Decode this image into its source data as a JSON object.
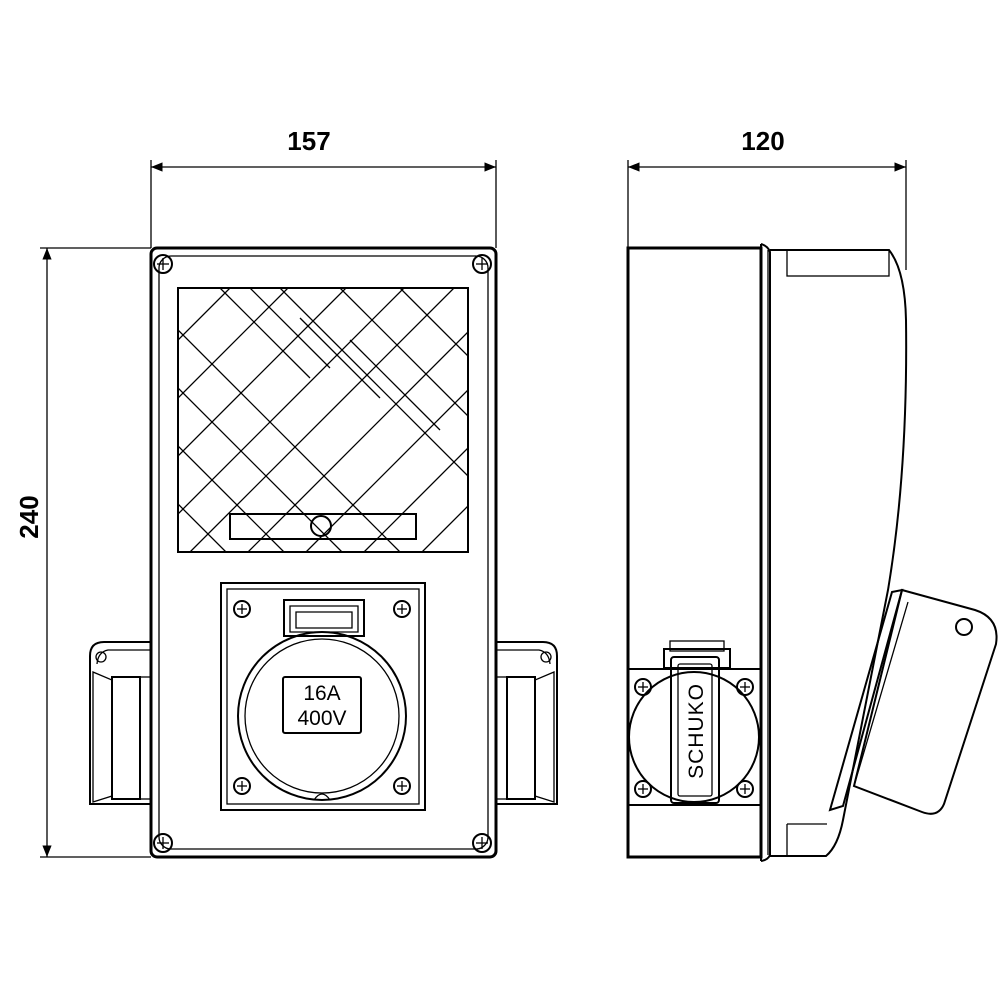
{
  "dimensions": {
    "width": "157",
    "depth": "120",
    "height": "240"
  },
  "front_view": {
    "socket_rating_current": "16A",
    "socket_rating_voltage": "400V"
  },
  "side_view": {
    "socket_label": "SCHUKO"
  },
  "colors": {
    "line": "#000000",
    "background": "#ffffff"
  }
}
